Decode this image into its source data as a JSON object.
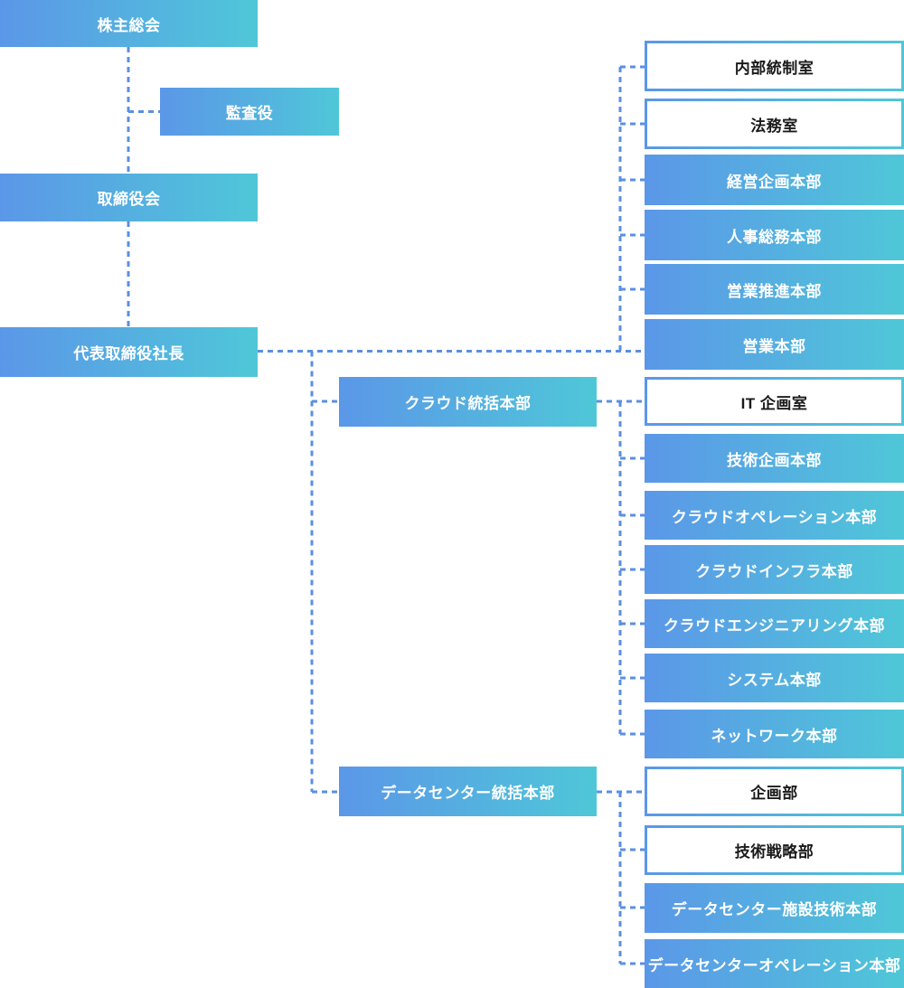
{
  "palette": {
    "gradient_start": "#5b97e8",
    "gradient_end": "#4fc7d8",
    "connector": "#5b8fe2",
    "box_text_light": "#ffffff",
    "box_text_dark": "#1b1b1b",
    "background": "#ffffff"
  },
  "nodes": {
    "shareholders": {
      "label": "株主総会",
      "style": "filled"
    },
    "auditor": {
      "label": "監査役",
      "style": "filled"
    },
    "board": {
      "label": "取締役会",
      "style": "filled"
    },
    "president": {
      "label": "代表取締役社長",
      "style": "filled"
    },
    "cloud_division": {
      "label": "クラウド統括本部",
      "style": "filled"
    },
    "datacenter_division": {
      "label": "データセンター統括本部",
      "style": "filled"
    },
    "staff": [
      {
        "label": "内部統制室",
        "style": "outline"
      },
      {
        "label": "法務室",
        "style": "outline"
      },
      {
        "label": "経営企画本部",
        "style": "filled"
      },
      {
        "label": "人事総務本部",
        "style": "filled"
      },
      {
        "label": "営業推進本部",
        "style": "filled"
      },
      {
        "label": "営業本部",
        "style": "filled"
      }
    ],
    "cloud_children": [
      {
        "label": "IT 企画室",
        "style": "outline"
      },
      {
        "label": "技術企画本部",
        "style": "filled"
      },
      {
        "label": "クラウドオペレーション本部",
        "style": "filled"
      },
      {
        "label": "クラウドインフラ本部",
        "style": "filled"
      },
      {
        "label": "クラウドエンジニアリング本部",
        "style": "filled"
      },
      {
        "label": "システム本部",
        "style": "filled"
      },
      {
        "label": "ネットワーク本部",
        "style": "filled"
      }
    ],
    "datacenter_children": [
      {
        "label": "企画部",
        "style": "outline"
      },
      {
        "label": "技術戦略部",
        "style": "outline"
      },
      {
        "label": "データセンター施設技術本部",
        "style": "filled"
      },
      {
        "label": "データセンターオペレーション本部",
        "style": "filled"
      }
    ]
  }
}
